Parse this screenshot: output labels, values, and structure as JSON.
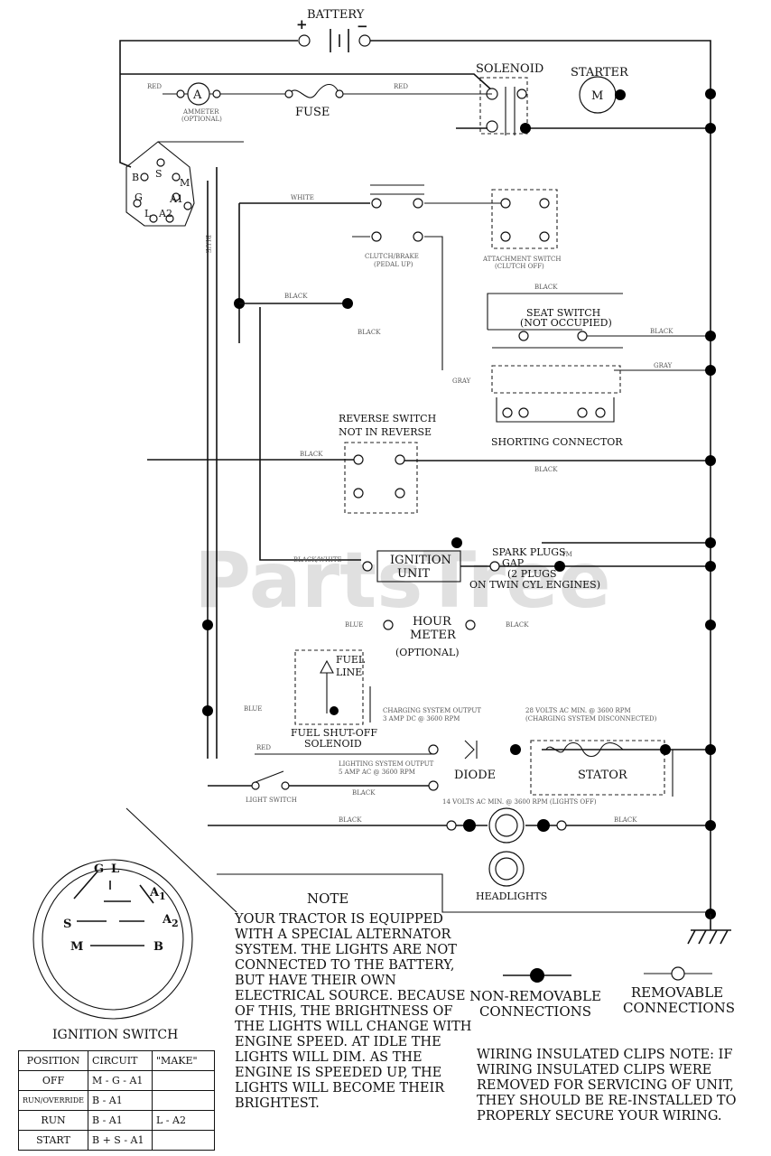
{
  "labels": {
    "battery": "BATTERY",
    "plus": "+",
    "minus": "−",
    "solenoid": "SOLENOID",
    "starter": "STARTER",
    "starter_m": "M",
    "ammeter_a": "A",
    "ammeter": "AMMETER",
    "ammeter_opt": "(OPTIONAL)",
    "fuse": "FUSE",
    "red": "RED",
    "clutch_brake": "CLUTCH/BRAKE",
    "pedal_up": "(PEDAL UP)",
    "attachment": "ATTACHMENT SWITCH",
    "clutch_off": "(CLUTCH OFF)",
    "seat_switch": "SEAT SWITCH",
    "not_occupied": "(NOT OCCUPIED)",
    "shorting": "SHORTING CONNECTOR",
    "reverse_switch": "REVERSE SWITCH",
    "not_in_reverse": "NOT IN REVERSE",
    "ignition": "IGNITION",
    "unit": "UNIT",
    "spark_plugs": "SPARK PLUGS",
    "gap": "GAP",
    "two_plugs": "(2 PLUGS",
    "twin_cyl": "ON TWIN CYL ENGINES)",
    "hour": "HOUR",
    "meter": "METER",
    "optional": "(OPTIONAL)",
    "fuel": "FUEL",
    "line": "LINE",
    "fuel_shutoff": "FUEL SHUT-OFF",
    "fuel_solenoid": "SOLENOID",
    "charging_output": "CHARGING SYSTEM OUTPUT",
    "charging_amps": "3 AMP DC @ 3600 RPM",
    "volts28": "28 VOLTS AC MIN. @ 3600 RPM",
    "charging_disc": "(CHARGING SYSTEM DISCONNECTED)",
    "lighting_output": "LIGHTING SYSTEM OUTPUT",
    "lighting_amps": "5 AMP AC @ 3600 RPM",
    "diode": "DIODE",
    "stator": "STATOR",
    "volts14": "14 VOLTS AC MIN. @ 3600 RPM (LIGHTS OFF)",
    "light_switch": "LIGHT SWITCH",
    "headlights": "HEADLIGHTS",
    "white": "WHITE",
    "black": "BLACK",
    "gray": "GRAY",
    "blue": "BLUE",
    "black_white": "BLACK/WHITE",
    "ign_b": "B",
    "ign_s": "S",
    "ign_m": "M",
    "ign_g": "G",
    "ign_l": "L",
    "ign_a1": "A1",
    "ign_a2": "A2",
    "key_a1": "A",
    "key_a1_sub": "1",
    "key_a2_sub": "2",
    "watermark": "PartsTree",
    "tm": "TM"
  },
  "note": {
    "title": "NOTE",
    "body": "YOUR TRACTOR IS EQUIPPED WITH A SPECIAL ALTERNATOR SYSTEM. THE LIGHTS ARE NOT CONNECTED TO THE BATTERY, BUT HAVE THEIR OWN ELECTRICAL SOURCE. BECAUSE OF THIS, THE BRIGHTNESS OF THE LIGHTS WILL CHANGE WITH ENGINE SPEED. AT IDLE THE LIGHTS WILL DIM. AS THE ENGINE IS SPEEDED UP, THE LIGHTS WILL BECOME THEIR BRIGHTEST."
  },
  "legend": {
    "non_removable": "NON-REMOVABLE CONNECTIONS",
    "removable": "REMOVABLE CONNECTIONS"
  },
  "clips": {
    "text": "WIRING INSULATED CLIPS NOTE: IF WIRING INSULATED CLIPS WERE REMOVED FOR SERVICING OF UNIT, THEY SHOULD BE RE-INSTALLED TO PROPERLY SECURE YOUR WIRING."
  },
  "ignition_switch": {
    "title": "IGNITION SWITCH",
    "headers": [
      "POSITION",
      "CIRCUIT",
      "\"MAKE\""
    ],
    "rows": [
      [
        "OFF",
        "M - G - A1",
        ""
      ],
      [
        "RUN/OVERRIDE",
        "B - A1",
        ""
      ],
      [
        "RUN",
        "B - A1",
        "L - A2"
      ],
      [
        "START",
        "B + S - A1",
        ""
      ]
    ]
  }
}
